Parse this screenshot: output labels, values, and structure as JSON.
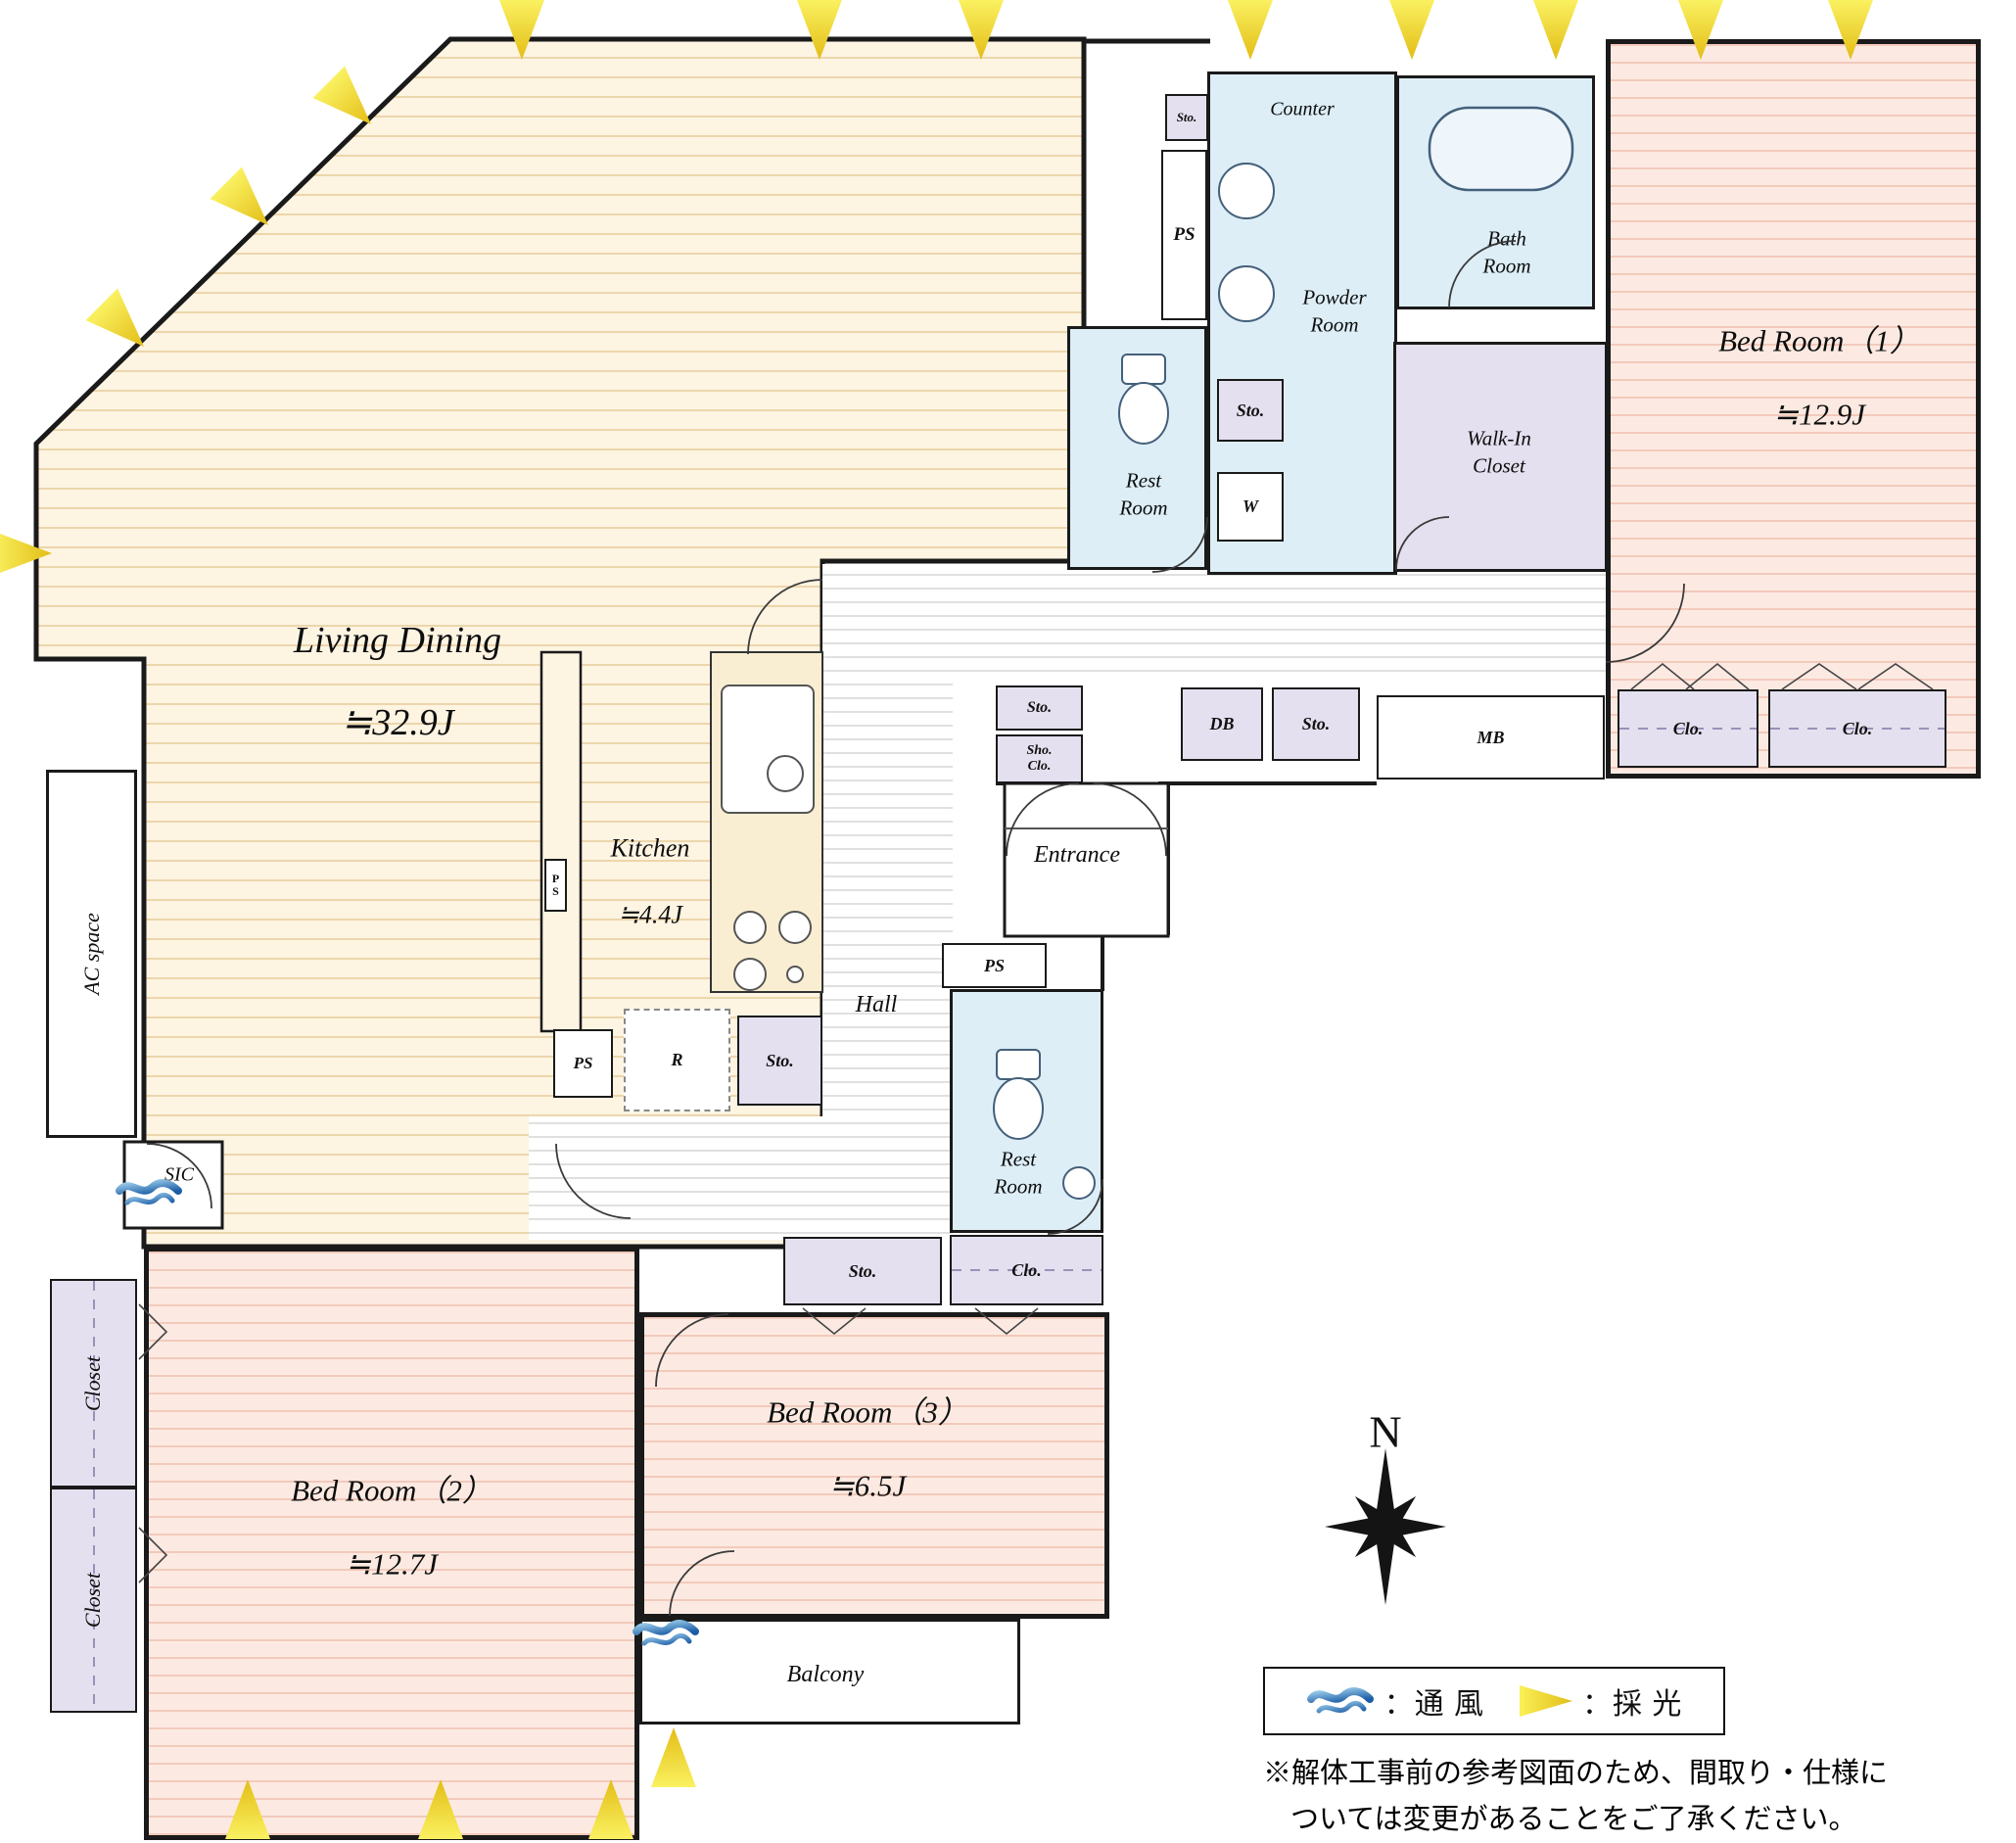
{
  "colors": {
    "cream": "#fdf4e2",
    "cream_stripe": "#ecd6ab",
    "bedroom_pink": "#fceae2",
    "bedroom_stripe": "#f2cabb",
    "wet_blue": "#ddeef7",
    "storage_lavender": "#e4e0ef",
    "wall": "#1a1a1a",
    "daylight_gold": "#eecb1e",
    "ventilation_blue": "#1a5ca6"
  },
  "rooms": {
    "living_dining": {
      "name": "Living Dining",
      "size": "≒32.9J"
    },
    "kitchen": {
      "name": "Kitchen",
      "size": "≒4.4J"
    },
    "bedroom1": {
      "name": "Bed Room（1）",
      "size": "≒12.9J"
    },
    "bedroom2": {
      "name": "Bed Room（2）",
      "size": "≒12.7J"
    },
    "bedroom3": {
      "name": "Bed Room（3）",
      "size": "≒6.5J"
    },
    "bath": {
      "name": "Bath\nRoom"
    },
    "powder": {
      "name": "Powder\nRoom"
    },
    "rest": {
      "name": "Rest\nRoom"
    },
    "wic": {
      "name": "Walk-In\nCloset"
    },
    "entrance": {
      "name": "Entrance"
    },
    "hall": {
      "name": "Hall"
    },
    "balcony": {
      "name": "Balcony"
    },
    "counter": {
      "name": "Counter"
    },
    "ac_space": {
      "name": "AC space"
    },
    "sic": {
      "name": "SIC"
    },
    "closet": {
      "name": "Closet"
    }
  },
  "fixtures": {
    "sto": "Sto.",
    "clo": "Clo.",
    "ps": "PS",
    "db": "DB",
    "mb": "MB",
    "w": "W",
    "r": "R",
    "sho_clo": "Sho.\nClo.",
    "p": "P",
    "s": "S"
  },
  "compass": {
    "label": "N"
  },
  "legend": {
    "ventilation_label": "：通 風",
    "daylight_label": "：採 光"
  },
  "note": {
    "line1": "※解体工事前の参考図面のため、間取り・仕様に",
    "line2": "ついては変更があることをご了承ください。"
  }
}
